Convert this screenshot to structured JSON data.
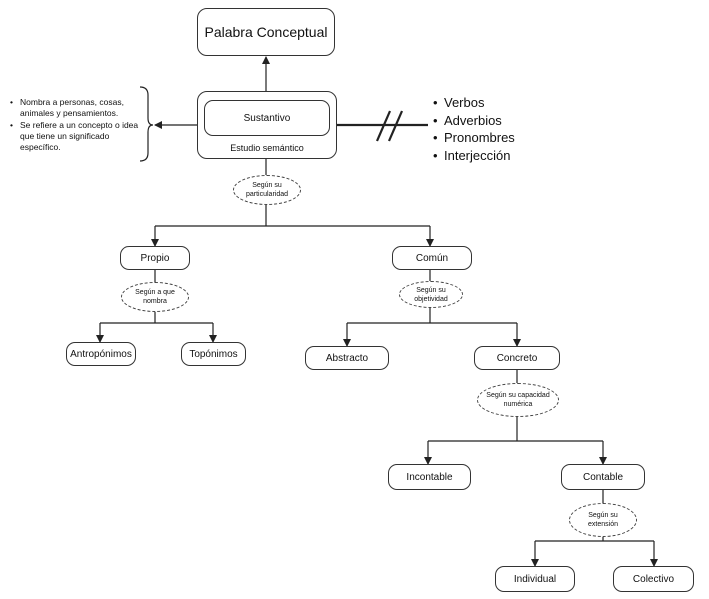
{
  "title": "Palabra Conceptual",
  "root": {
    "label": "Sustantivo",
    "subtitle": "Estudio semántico"
  },
  "definitions": [
    "Nombra a personas, cosas, animales y pensamientos.",
    "Se refiere a un concepto o idea que tiene un significado específico."
  ],
  "excluded": [
    "Verbos",
    "Adverbios",
    "Pronombres",
    "Interjección"
  ],
  "criteria": {
    "particularidad": "Según su particularidad",
    "nombra": "Según a que nombra",
    "objetividad": "Según su objetividad",
    "capacidad": "Según su capacidad numérica",
    "extension": "Según su extensión"
  },
  "nodes": {
    "propio": "Propio",
    "comun": "Común",
    "antroponimos": "Antropónimos",
    "toponimos": "Topónimos",
    "abstracto": "Abstracto",
    "concreto": "Concreto",
    "incontable": "Incontable",
    "contable": "Contable",
    "individual": "Individual",
    "colectivo": "Colectivo"
  }
}
